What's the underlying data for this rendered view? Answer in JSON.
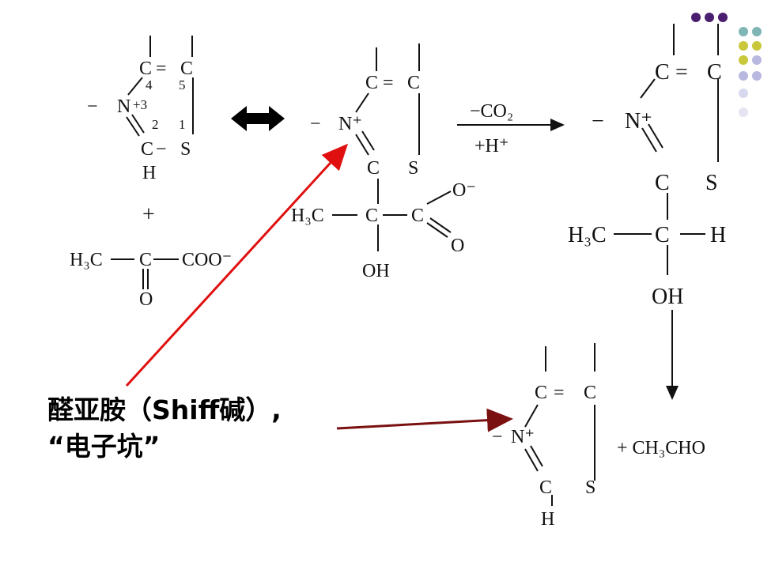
{
  "accent_colors": {
    "red_arrow": "#e01010",
    "darkred_arrow": "#7a1010",
    "dot_purple": "#4b1f6f",
    "dot_yellow": "#c8c83a",
    "dot_lavender": "#b8b8e0"
  },
  "structure1": {
    "minus": "−",
    "N": "N",
    "plus3": "+3",
    "C4": "C",
    "label4": "4",
    "dbl_c": "=",
    "C5": "C",
    "label5": "5",
    "label2": "2",
    "label1": "1",
    "C2": "C",
    "dash": "−",
    "S": "S",
    "H": "H"
  },
  "reactant": {
    "plus": "+",
    "H3C": "H₃C",
    "C": "C",
    "COO": "COO⁻",
    "O": "O"
  },
  "equilibrium_arrow": "⬌",
  "intermediate": {
    "minus": "−",
    "Nplus": "N⁺",
    "C1": "C",
    "dbl": "=",
    "C2": "C",
    "C3": "C",
    "S": "S",
    "H3C": "H₃C",
    "Cq": "C",
    "C_carboxyl": "C",
    "O_minus": "O⁻",
    "O": "O",
    "OH": "OH"
  },
  "reaction_arrow": {
    "top": "−CO₂",
    "bottom": "+H⁺"
  },
  "product": {
    "minus": "−",
    "Nplus": "N⁺",
    "C1": "C",
    "dbl": "=",
    "C2": "C",
    "C3": "C",
    "S": "S",
    "H3C": "H₃C",
    "Cq": "C",
    "H": "H",
    "OH": "OH"
  },
  "regenerated": {
    "minus": "−",
    "Nplus": "N⁺",
    "C1": "C",
    "dbl": "=",
    "C2": "C",
    "C3": "C",
    "S": "S",
    "H": "H",
    "plus_product": "+ CH₃CHO"
  },
  "caption": {
    "line1": "醛亚胺（Shiff碱）,",
    "line2": "“电子坑”"
  }
}
